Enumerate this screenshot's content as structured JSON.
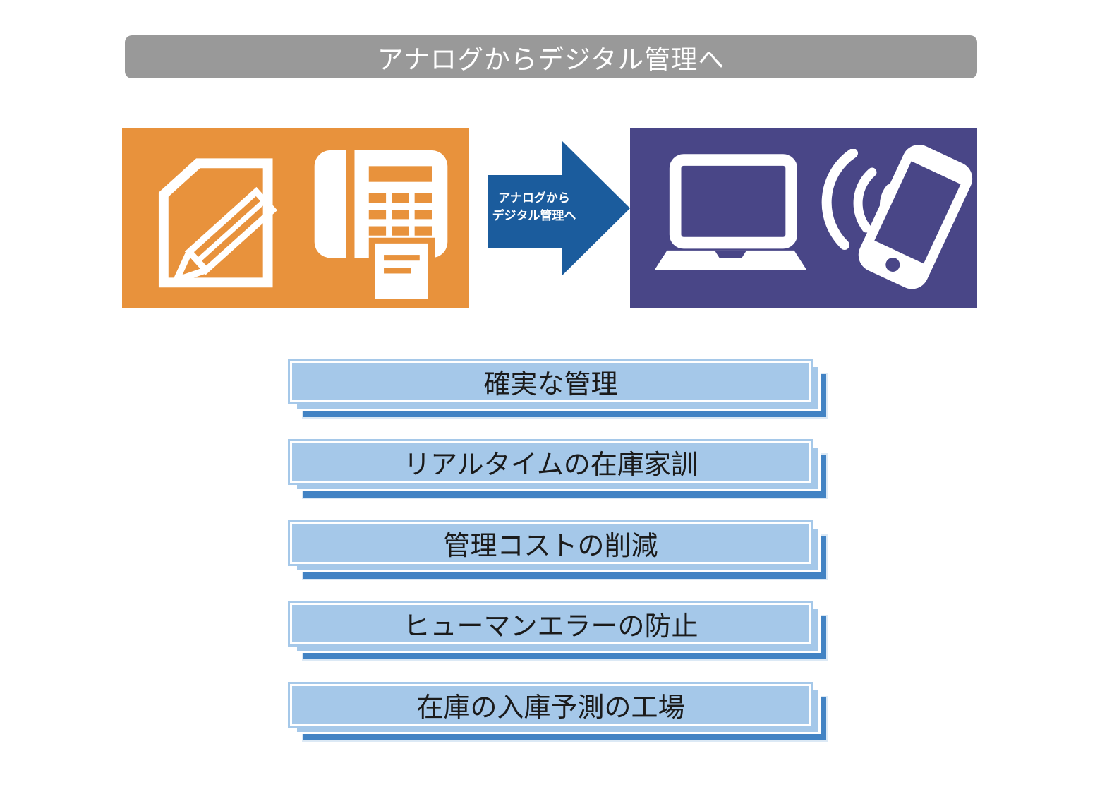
{
  "header": {
    "title": "アナログからデジタル管理へ"
  },
  "flow": {
    "analog_panel": {
      "icons": [
        "document-pencil",
        "fax"
      ]
    },
    "arrow": {
      "label_line1": "アナログから",
      "label_line2": "デジタル管理へ"
    },
    "digital_panel": {
      "icons": [
        "laptop",
        "wifi-waves",
        "smartphone"
      ]
    }
  },
  "benefits": [
    "確実な管理",
    "リアルタイムの在庫家訓",
    "管理コストの削減",
    "ヒューマンエラーの防止",
    "在庫の入庫予測の工場"
  ],
  "colors": {
    "header_bg": "#999999",
    "analog_bg": "#E8923C",
    "digital_bg": "#494687",
    "arrow_blue": "#1B5C9D",
    "banner_light_blue": "#A5C8E9",
    "banner_shadow_blue": "#4283C4",
    "text_dark": "#1B1B1B",
    "icon_white": "#FFFFFF"
  }
}
